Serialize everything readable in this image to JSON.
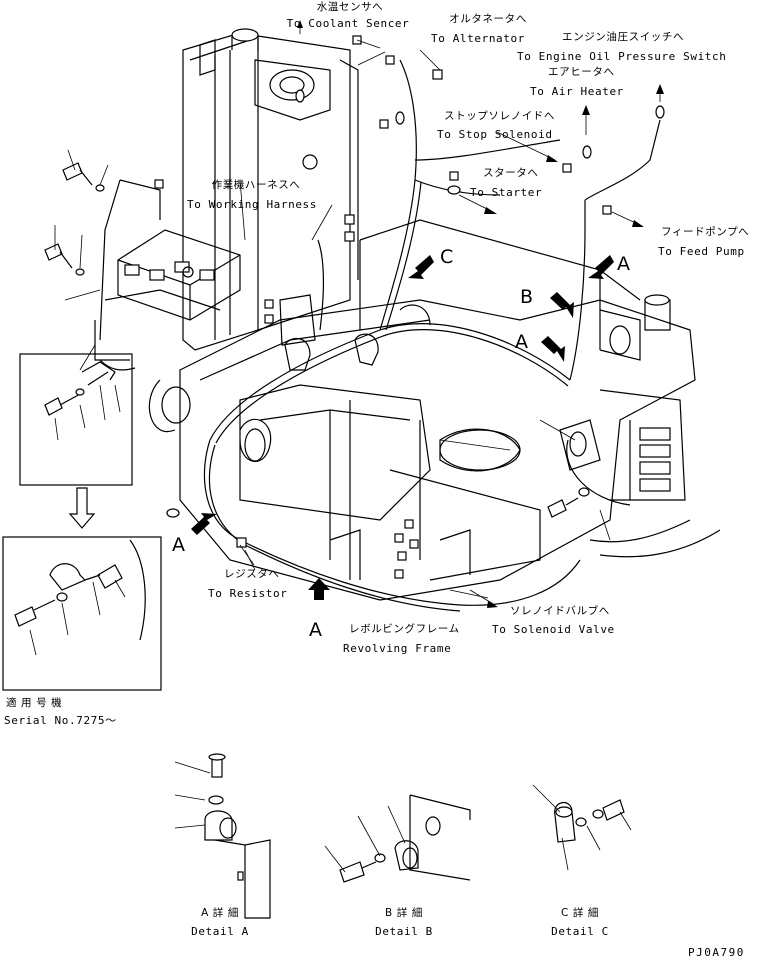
{
  "callouts": {
    "coolant": {
      "ja": "水温センサへ",
      "en": "To Coolant Sencer"
    },
    "alternator": {
      "ja": "オルタネータへ",
      "en": "To Alternator"
    },
    "oil_pressure": {
      "ja": "エンジン油圧スイッチへ",
      "en": "To Engine Oil Pressure Switch"
    },
    "air_heater": {
      "ja": "エアヒータへ",
      "en": "To Air Heater"
    },
    "stop_solenoid": {
      "ja": "ストップソレノイドへ",
      "en": "To Stop Solenoid"
    },
    "starter": {
      "ja": "スタータへ",
      "en": "To Starter"
    },
    "working_harness": {
      "ja": "作業機ハーネスへ",
      "en": "To Working Harness"
    },
    "feed_pump": {
      "ja": "フィードポンプへ",
      "en": "To Feed Pump"
    },
    "resistor": {
      "ja": "レジスタへ",
      "en": "To Resistor"
    },
    "solenoid_valve": {
      "ja": "ソレノイドバルブへ",
      "en": "To Solenoid Valve"
    },
    "revolving_frame": {
      "ja": "レボルビングフレーム",
      "en": "Revolving Frame"
    }
  },
  "view_markers": {
    "a_right": "A",
    "c": "C",
    "b": "B",
    "a_mid": "A",
    "a_left": "A",
    "a_bottom": "A"
  },
  "serial": {
    "ja": "適 用 号 機",
    "en": "Serial No.7275～"
  },
  "details": {
    "a": {
      "ja": "A 詳 細",
      "en": "Detail A"
    },
    "b": {
      "ja": "B 詳 細",
      "en": "Detail B"
    },
    "c": {
      "ja": "C 詳 細",
      "en": "Detail C"
    }
  },
  "part_code": "PJ0A790"
}
